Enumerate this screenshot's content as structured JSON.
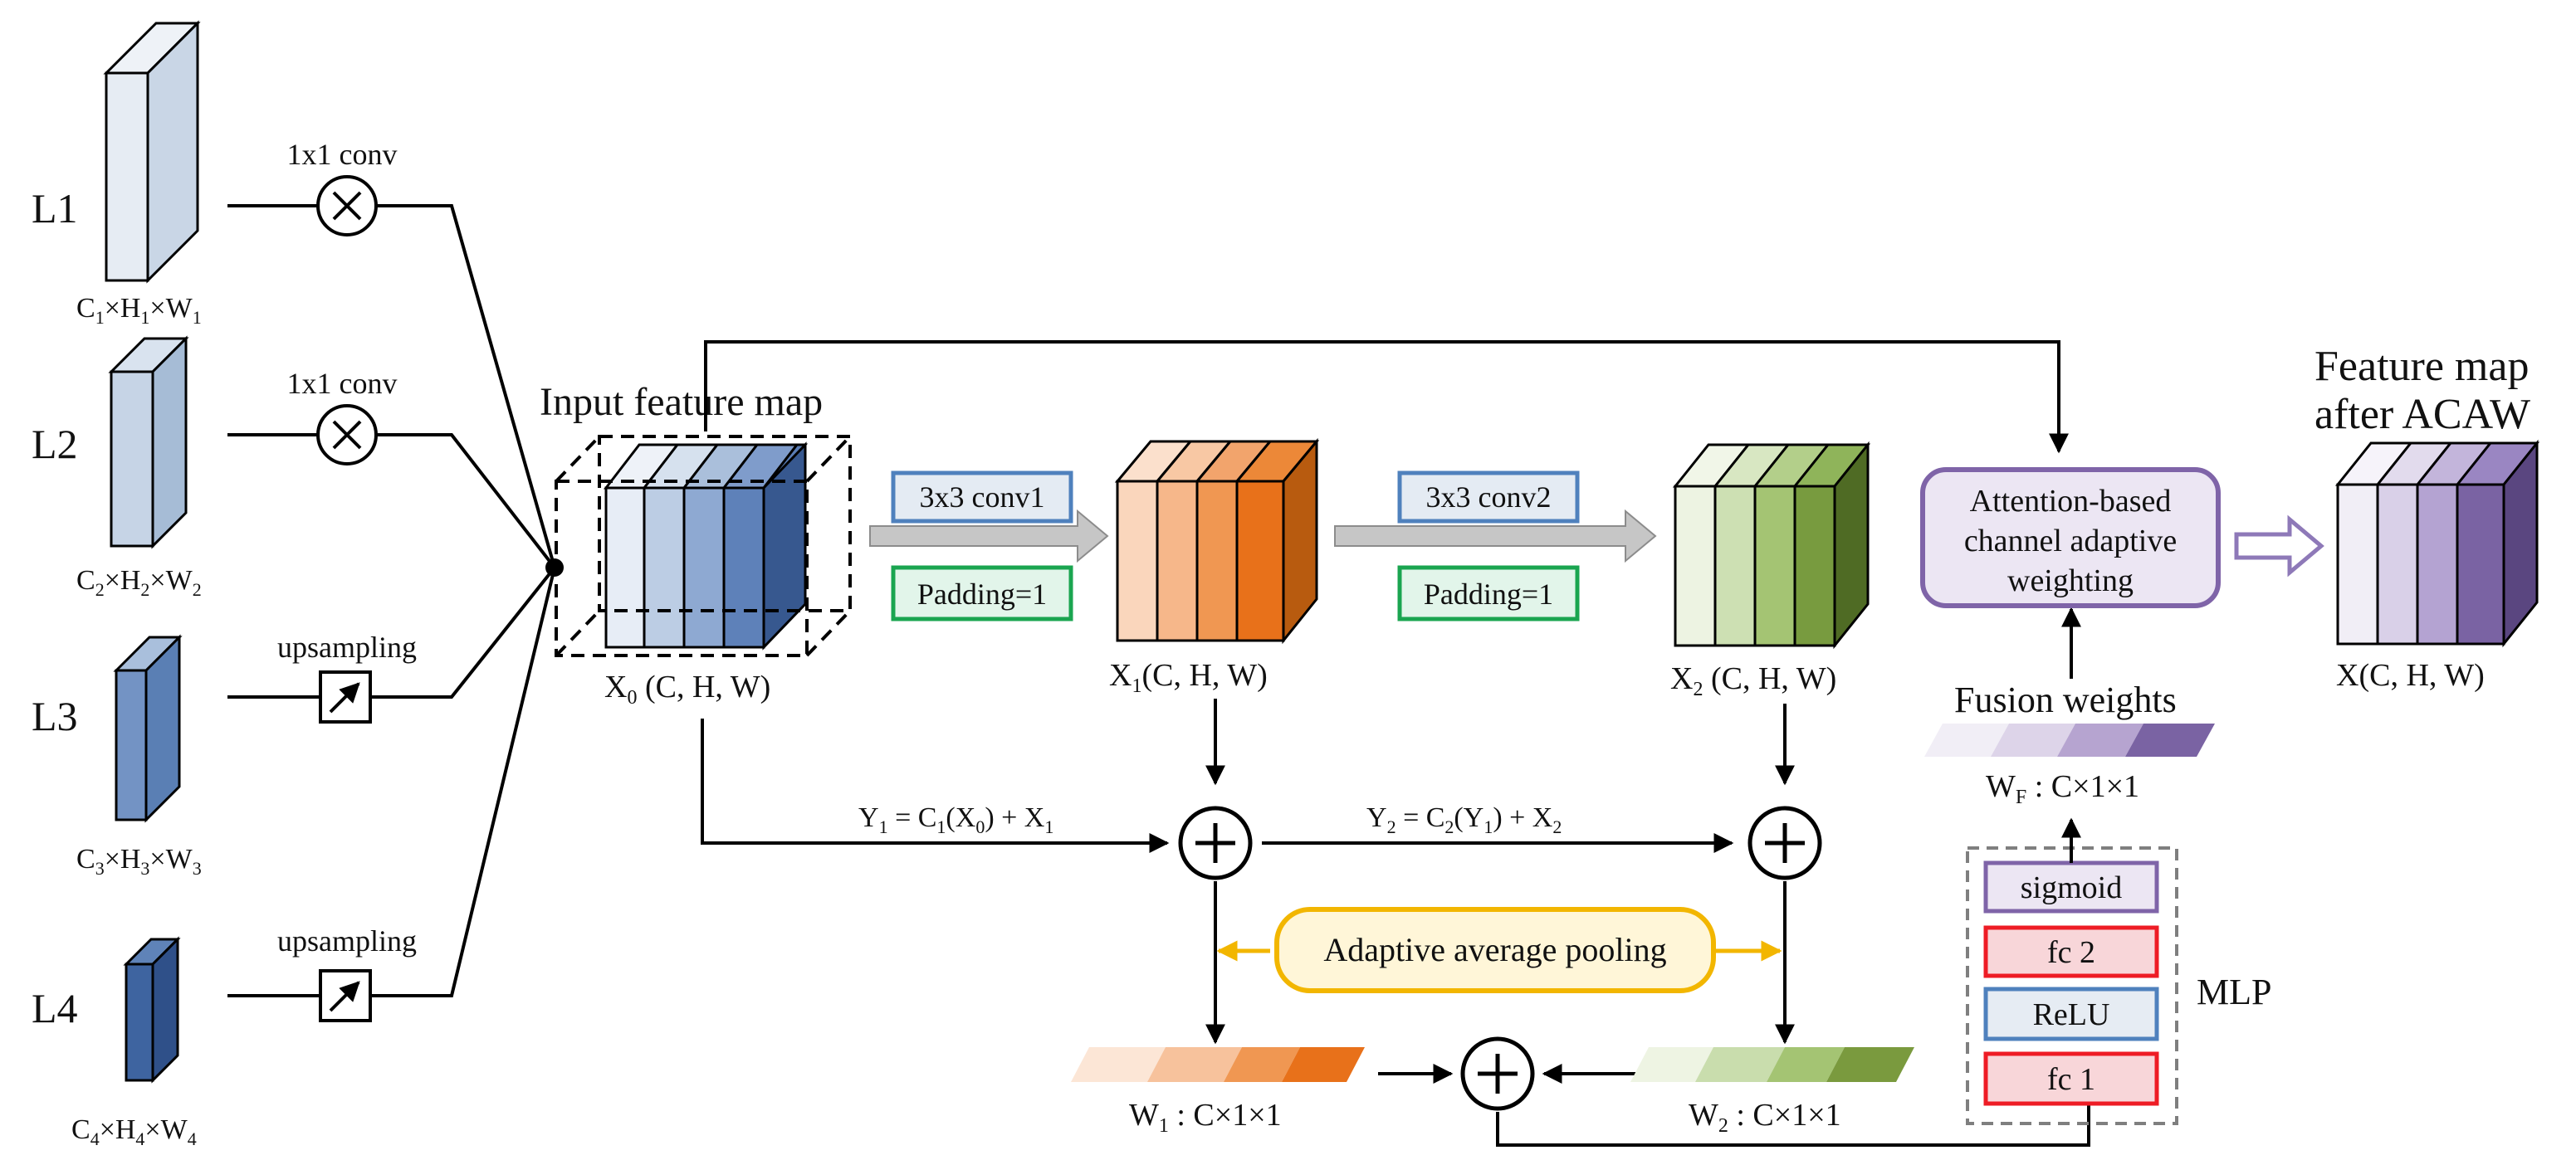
{
  "levels": [
    {
      "label": "L1",
      "dim_sub": [
        "C",
        "1",
        "×H",
        "1",
        "×W",
        "1"
      ],
      "op": "1x1 conv"
    },
    {
      "label": "L2",
      "dim_sub": [
        "C",
        "2",
        "×H",
        "2",
        "×W",
        "2"
      ],
      "op": "1x1 conv"
    },
    {
      "label": "L3",
      "dim_sub": [
        "C",
        "3",
        "×H",
        "3",
        "×W",
        "3"
      ],
      "op": "upsampling"
    },
    {
      "label": "L4",
      "dim_sub": [
        "C",
        "4",
        "×H",
        "4",
        "×W",
        "4"
      ],
      "op": "upsampling"
    }
  ],
  "input_title": "Input feature map",
  "x0_label": [
    "X",
    "0",
    " (C, H, W)"
  ],
  "conv1": {
    "label": "3x3 conv1",
    "padding": "Padding=1"
  },
  "conv2": {
    "label": "3x3 conv2",
    "padding": "Padding=1"
  },
  "x1_label": [
    "X",
    "1",
    "(C, H, W)"
  ],
  "x2_label": [
    "X",
    "2",
    " (C, H, W)"
  ],
  "y1_formula": [
    "Y",
    "1",
    " = C",
    "1",
    "(X",
    "0",
    ") + X",
    "1"
  ],
  "y2_formula": [
    "Y",
    "2",
    " = C",
    "2",
    "(Y",
    "1",
    ") + X",
    "2"
  ],
  "pooling_label": "Adaptive average pooling",
  "w1_label": [
    "W",
    "1",
    " : C×1×1"
  ],
  "w2_label": [
    "W",
    "2",
    " : C×1×1"
  ],
  "mlp": {
    "title": "MLP",
    "layers": [
      "sigmoid",
      "fc 2",
      "ReLU",
      "fc 1"
    ]
  },
  "fusion_weights_title": "Fusion weights",
  "wf_label": [
    "W",
    "F",
    " : C×1×1"
  ],
  "attention_box": [
    "Attention-based",
    "channel adaptive",
    "weighting"
  ],
  "output_title": [
    "Feature map",
    "after ACAW"
  ],
  "output_label": "X(C, H, W)",
  "colors": {
    "blue_light": "#dde6f1",
    "blue_mid": "#9db3d0",
    "blue_dark": "#3f6499",
    "orange": "#e8711a",
    "green": "#7a9a3e",
    "purple": "#7a63a3",
    "conv_border": "#4f81bd",
    "padding_border": "#1aa550",
    "padding_fill": "#e2f5ea",
    "pool_border": "#f2b600",
    "pool_fill": "#fff6d8",
    "fc_border": "#ee1c25",
    "fc_fill": "#f8d6d9",
    "relu_border": "#4f81bd",
    "relu_fill": "#e6ecf3",
    "sigmoid_border": "#7f64a8",
    "sigmoid_fill": "#ece6f3",
    "arrow_gray": "#bfbfbf",
    "pool_arrow": "#f2b600"
  }
}
